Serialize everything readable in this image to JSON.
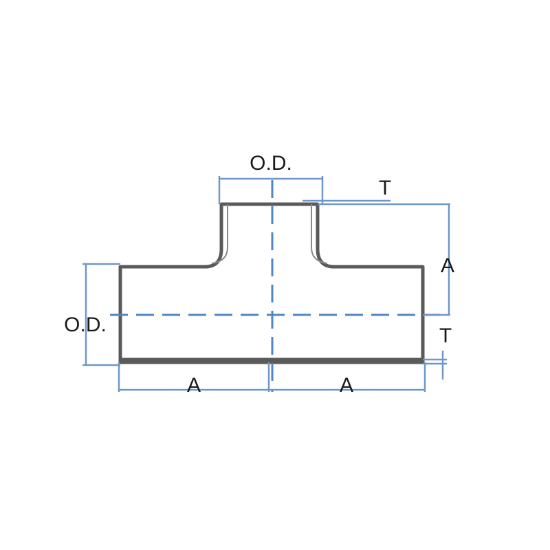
{
  "labels": {
    "top_od": "O.D.",
    "top_t": "T",
    "right_a": "A",
    "right_t": "T",
    "left_od": "O.D.",
    "bottom_left_a": "A",
    "bottom_right_a": "A"
  },
  "colors": {
    "dimension": "#6f97c9",
    "centerline": "#4f86c6",
    "outline": "#5a5a5a"
  }
}
